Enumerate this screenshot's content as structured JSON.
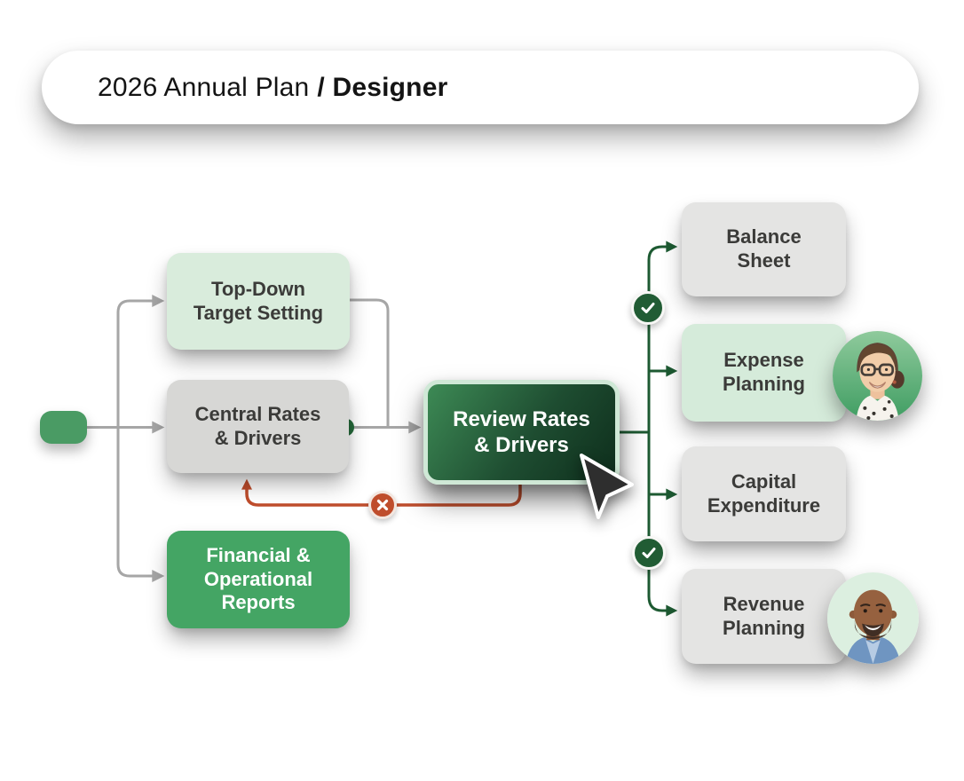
{
  "header": {
    "breadcrumb_plan": "2026 Annual Plan",
    "breadcrumb_page": "/ Designer"
  },
  "diagram": {
    "nodes": {
      "start": {
        "label": ""
      },
      "top_down": {
        "label": "Top-Down\nTarget Setting"
      },
      "central_rates": {
        "label": "Central Rates\n& Drivers"
      },
      "financial_reports": {
        "label": "Financial &\nOperational\nReports"
      },
      "review_rates": {
        "label": "Review Rates\n& Drivers"
      },
      "balance_sheet": {
        "label": "Balance\nSheet"
      },
      "expense_planning": {
        "label": "Expense\nPlanning"
      },
      "capital_expenditure": {
        "label": "Capital\nExpenditure"
      },
      "revenue_planning": {
        "label": "Revenue\nPlanning"
      }
    },
    "icons": {
      "approved_badge": "check-icon",
      "rejected_badge": "x-icon",
      "connection_point": "connection-dot",
      "pointer": "cursor-arrow-icon"
    },
    "colors": {
      "brand_green": "#44a564",
      "light_green_node": "#d9ecdc",
      "dark_green_node_start": "#3d8a55",
      "dark_green_node_end": "#0e2e1c",
      "gray_node": "#e4e4e3",
      "start_node_green": "#4a9b64",
      "connector_gray": "#a6a6a6",
      "connector_green": "#1d5a32",
      "connector_red": "#bf4d2c",
      "approved_badge_green": "#215c34",
      "rejected_badge_red": "#bf4d2c"
    }
  }
}
